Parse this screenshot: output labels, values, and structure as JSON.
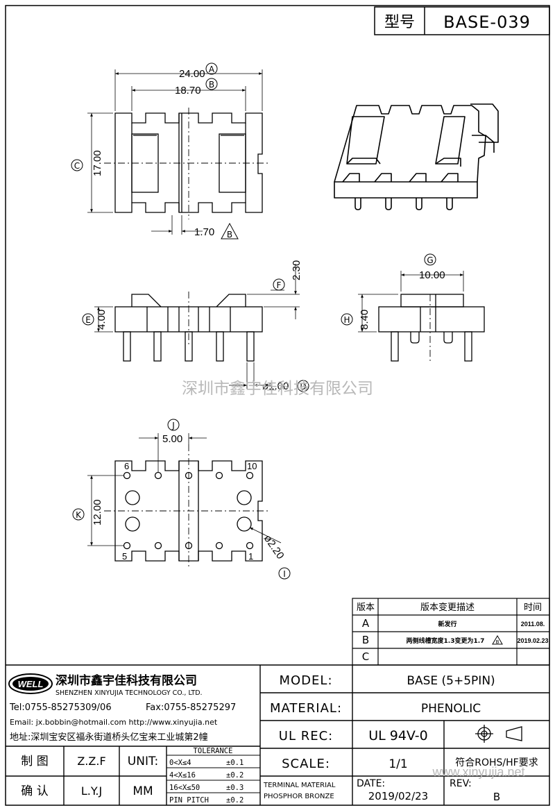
{
  "header": {
    "model_label": "型号",
    "model_value": "BASE-039"
  },
  "top_view": {
    "dim_a": "24.00",
    "callout_a": "A",
    "dim_b": "18.70",
    "callout_b": "B",
    "dim_c": "17.00",
    "callout_c": "C",
    "dim_pin_gap": "1.70",
    "callout_triangle_b": "B"
  },
  "front_view": {
    "dim_f": "2.30",
    "callout_f": "F",
    "dim_e": "4.00",
    "callout_e": "E",
    "dim_d": "ø1.00",
    "callout_d": "D"
  },
  "side_view": {
    "dim_g": "10.00",
    "callout_g": "G",
    "dim_h": "8.40",
    "callout_h": "H"
  },
  "bottom_view": {
    "dim_j": "5.00",
    "callout_j": "J",
    "dim_k": "12.00",
    "callout_k": "K",
    "dim_hole": "ø2.20",
    "callout_i": "I",
    "pin_6": "6",
    "pin_10": "10",
    "pin_5": "5",
    "pin_1": "1"
  },
  "watermark": {
    "center": "深圳市鑫宇佳科技有限公司",
    "corner": "www.xinyujia.net"
  },
  "revision_table": {
    "headers": [
      "版本",
      "版本变更描述",
      "时间"
    ],
    "rows": [
      {
        "rev": "A",
        "desc": "新发行",
        "date": "2011.08."
      },
      {
        "rev": "B",
        "desc": "两侧线槽宽度1.3变更为1.7",
        "date": "2019.02.23"
      },
      {
        "rev": "C",
        "desc": "",
        "date": ""
      }
    ]
  },
  "company": {
    "logo_text": "WELL",
    "name_cn": "深圳市鑫宇佳科技有限公司",
    "name_en": "SHENZHEN XINYUJIA TECHNOLOGY CO., LTD.",
    "tel": "Tel:0755-85275309/06",
    "fax": "Fax:0755-85275297",
    "email": "Email: jx.bobbin@hotmail.com http://www.xinyujia.net",
    "address": "地址:深圳宝安区福永街道桥头亿宝来工业城第2幢"
  },
  "title_block": {
    "model_label": "MODEL:",
    "model_value": "BASE (5+5PIN)",
    "material_label": "MATERIAL:",
    "material_value": "PHENOLIC",
    "ulrec_label": "UL REC:",
    "ulrec_value": "UL 94V-0",
    "scale_label": "SCALE:",
    "scale_value": "1/1",
    "rohs": "符合ROHS/HF要求",
    "terminal_label": "TERMINAL MATERIAL",
    "terminal_value": "PHOSPHOR BRONZE",
    "date_label": "DATE:",
    "date_value": "2019/02/23",
    "rev_label": "REV:",
    "rev_value": "B",
    "draw_label": "制 图",
    "draw_value": "Z.Z.F",
    "check_label": "确 认",
    "check_value": "L.Y.J",
    "unit_label": "UNIT:",
    "unit_value": "MM",
    "tolerance_title": "TOLERANCE",
    "tolerances": [
      {
        "range": "0<X≤4",
        "value": "±0.1"
      },
      {
        "range": "4<X≤16",
        "value": "±0.2"
      },
      {
        "range": "16<X≤50",
        "value": "±0.3"
      },
      {
        "range": "PIN PITCH",
        "value": "±0.2"
      }
    ]
  }
}
